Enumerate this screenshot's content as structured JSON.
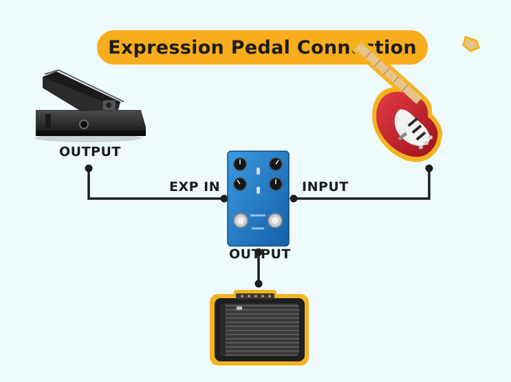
{
  "title": "Expression Pedal Connection",
  "labels": {
    "exp_output": "OUTPUT",
    "exp_in": "EXP IN",
    "input": "INPUT",
    "main_output": "OUTPUT"
  },
  "icons": [
    "expression-pedal-icon",
    "guitar-icon",
    "effect-pedal-icon",
    "amplifier-icon"
  ],
  "colors": {
    "accent": "#f8ad1c",
    "background": "#eefafc",
    "pedal_blue": "#1d78c8",
    "guitar_red": "#c8202b",
    "line": "#1c1c1c"
  }
}
